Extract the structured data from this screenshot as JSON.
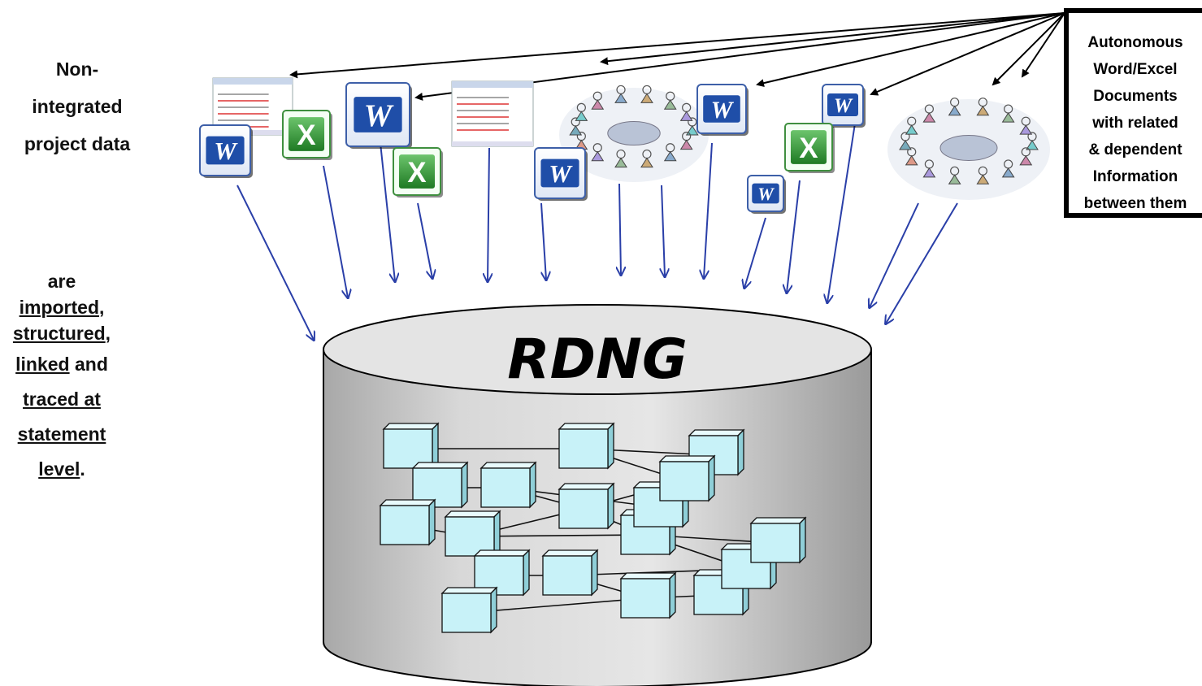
{
  "left_top_label": {
    "line1": "Non-",
    "line2": "integrated",
    "line3": "project data"
  },
  "left_bottom_label": {
    "are": "are",
    "imported": "imported",
    "structured": "structured",
    "linked": "linked",
    "and": " and",
    "traced_at": "traced at",
    "statement": "statement",
    "level": "level",
    "comma": ",",
    "period": "."
  },
  "right_box": {
    "lines": [
      "Autonomous",
      "Word/Excel",
      "Documents",
      "with related",
      "& dependent",
      "Information",
      "between them"
    ]
  },
  "database": {
    "label": "RDNG"
  },
  "icons": {
    "word_letter": "W",
    "excel_letter": "X"
  },
  "colors": {
    "arrow_blue": "#2a3fa8",
    "node_fill": "#c8f2f8",
    "db_gray": "#cfcfcf",
    "word_blue": "#1f4ea8",
    "excel_green": "#2f8f2f"
  }
}
